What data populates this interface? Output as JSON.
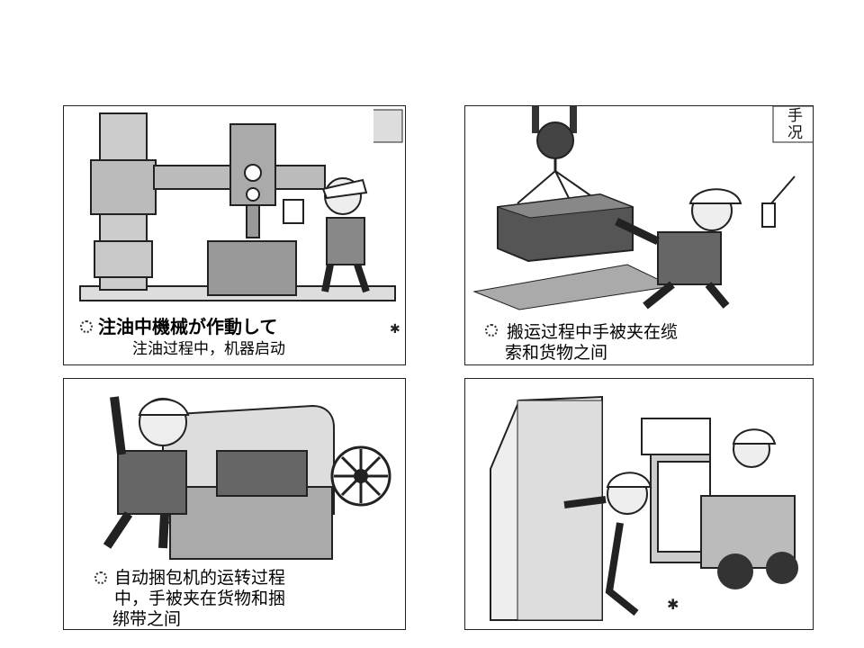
{
  "panels": [
    {
      "caption_lines": [
        "注油中機械が作動して",
        "注油过程中，机器启动"
      ],
      "icon": "drill-press-illustration"
    },
    {
      "caption_lines": [
        "搬运过程中手被夹在缆",
        "索和货物之间"
      ],
      "corner_text": [
        "手",
        "况"
      ],
      "icon": "crane-lifting-illustration"
    },
    {
      "caption_lines": [
        "自动捆包机的运转过程",
        "中，手被夹在货物和捆",
        "绑带之间"
      ],
      "icon": "strapping-machine-illustration"
    },
    {
      "caption_lines": [],
      "icon": "forklift-accident-illustration"
    }
  ]
}
